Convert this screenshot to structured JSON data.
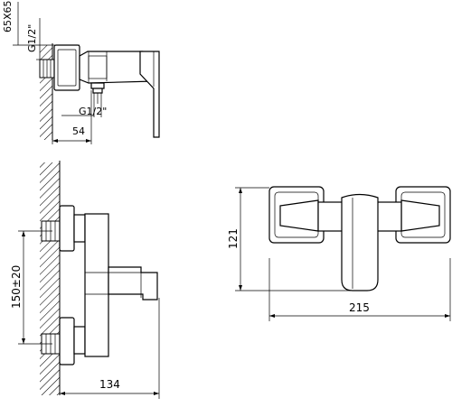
{
  "drawing": {
    "top_view": {
      "width_dim": "54",
      "thread_top": "G1/2\"",
      "thread_bottom": "G1/2\"",
      "wall_plate": "65X65"
    },
    "side_view": {
      "spacing": "150±20",
      "projection": "134"
    },
    "front_view": {
      "height": "121",
      "width": "215"
    }
  }
}
